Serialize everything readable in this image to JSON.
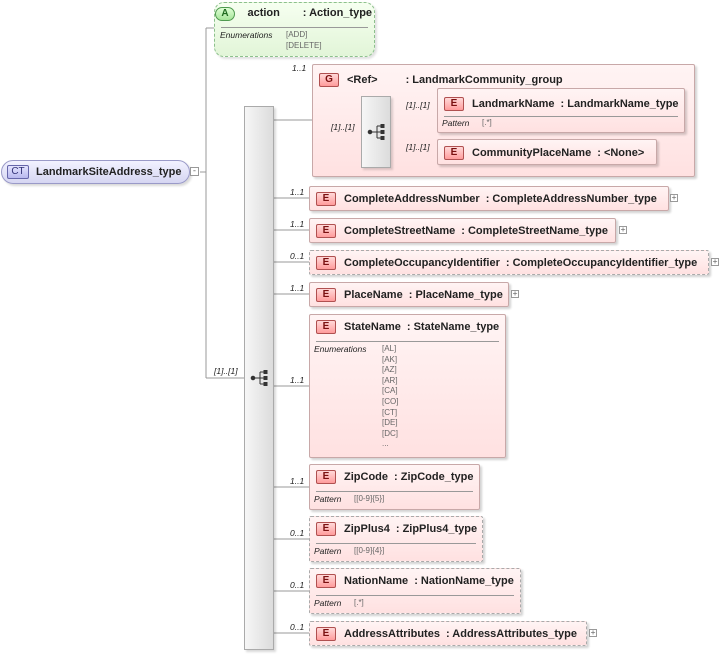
{
  "complex_type": {
    "badge": "CT",
    "name": "LandmarkSiteAddress_type"
  },
  "attribute": {
    "badge": "A",
    "name": "action",
    "type": ": Action_type",
    "facet_label": "Enumerations",
    "facet_values": [
      "[ADD]",
      "[DELETE]"
    ]
  },
  "sequence_cardinality": "[1]..[1]",
  "group": {
    "badge": "G",
    "name": "<Ref>",
    "type": ": LandmarkCommunity_group",
    "cardinality": "1..1",
    "inner_sequence_cardinality": "[1]..[1]",
    "children": [
      {
        "badge": "E",
        "name": "LandmarkName",
        "type": ": LandmarkName_type",
        "cardinality": "[1]..[1]",
        "facet_label": "Pattern",
        "facet_values": [
          "[.*]"
        ]
      },
      {
        "badge": "E",
        "name": "CommunityPlaceName",
        "type": ": <None>",
        "cardinality": "[1]..[1]"
      }
    ]
  },
  "elements": [
    {
      "badge": "E",
      "name": "CompleteAddressNumber",
      "type": ": CompleteAddressNumber_type",
      "cardinality": "1..1",
      "optional": false,
      "expandable": true
    },
    {
      "badge": "E",
      "name": "CompleteStreetName",
      "type": ": CompleteStreetName_type",
      "cardinality": "1..1",
      "optional": false,
      "expandable": true
    },
    {
      "badge": "E",
      "name": "CompleteOccupancyIdentifier",
      "type": ": CompleteOccupancyIdentifier_type",
      "cardinality": "0..1",
      "optional": true,
      "expandable": true
    },
    {
      "badge": "E",
      "name": "PlaceName",
      "type": ": PlaceName_type",
      "cardinality": "1..1",
      "optional": false,
      "expandable": true
    },
    {
      "badge": "E",
      "name": "StateName",
      "type": ": StateName_type",
      "cardinality": "1..1",
      "optional": false,
      "expandable": false,
      "facet_label": "Enumerations",
      "facet_values": [
        "[AL]",
        "[AK]",
        "[AZ]",
        "[AR]",
        "[CA]",
        "[CO]",
        "[CT]",
        "[DE]",
        "[DC]",
        "..."
      ]
    },
    {
      "badge": "E",
      "name": "ZipCode",
      "type": ": ZipCode_type",
      "cardinality": "1..1",
      "optional": false,
      "expandable": false,
      "facet_label": "Pattern",
      "facet_values": [
        "[[0-9]{5}]"
      ]
    },
    {
      "badge": "E",
      "name": "ZipPlus4",
      "type": ": ZipPlus4_type",
      "cardinality": "0..1",
      "optional": true,
      "expandable": false,
      "facet_label": "Pattern",
      "facet_values": [
        "[[0-9]{4}]"
      ]
    },
    {
      "badge": "E",
      "name": "NationName",
      "type": ": NationName_type",
      "cardinality": "0..1",
      "optional": true,
      "expandable": false,
      "facet_label": "Pattern",
      "facet_values": [
        "[.*]"
      ]
    },
    {
      "badge": "E",
      "name": "AddressAttributes",
      "type": ": AddressAttributes_type",
      "cardinality": "0..1",
      "optional": true,
      "expandable": true
    }
  ]
}
